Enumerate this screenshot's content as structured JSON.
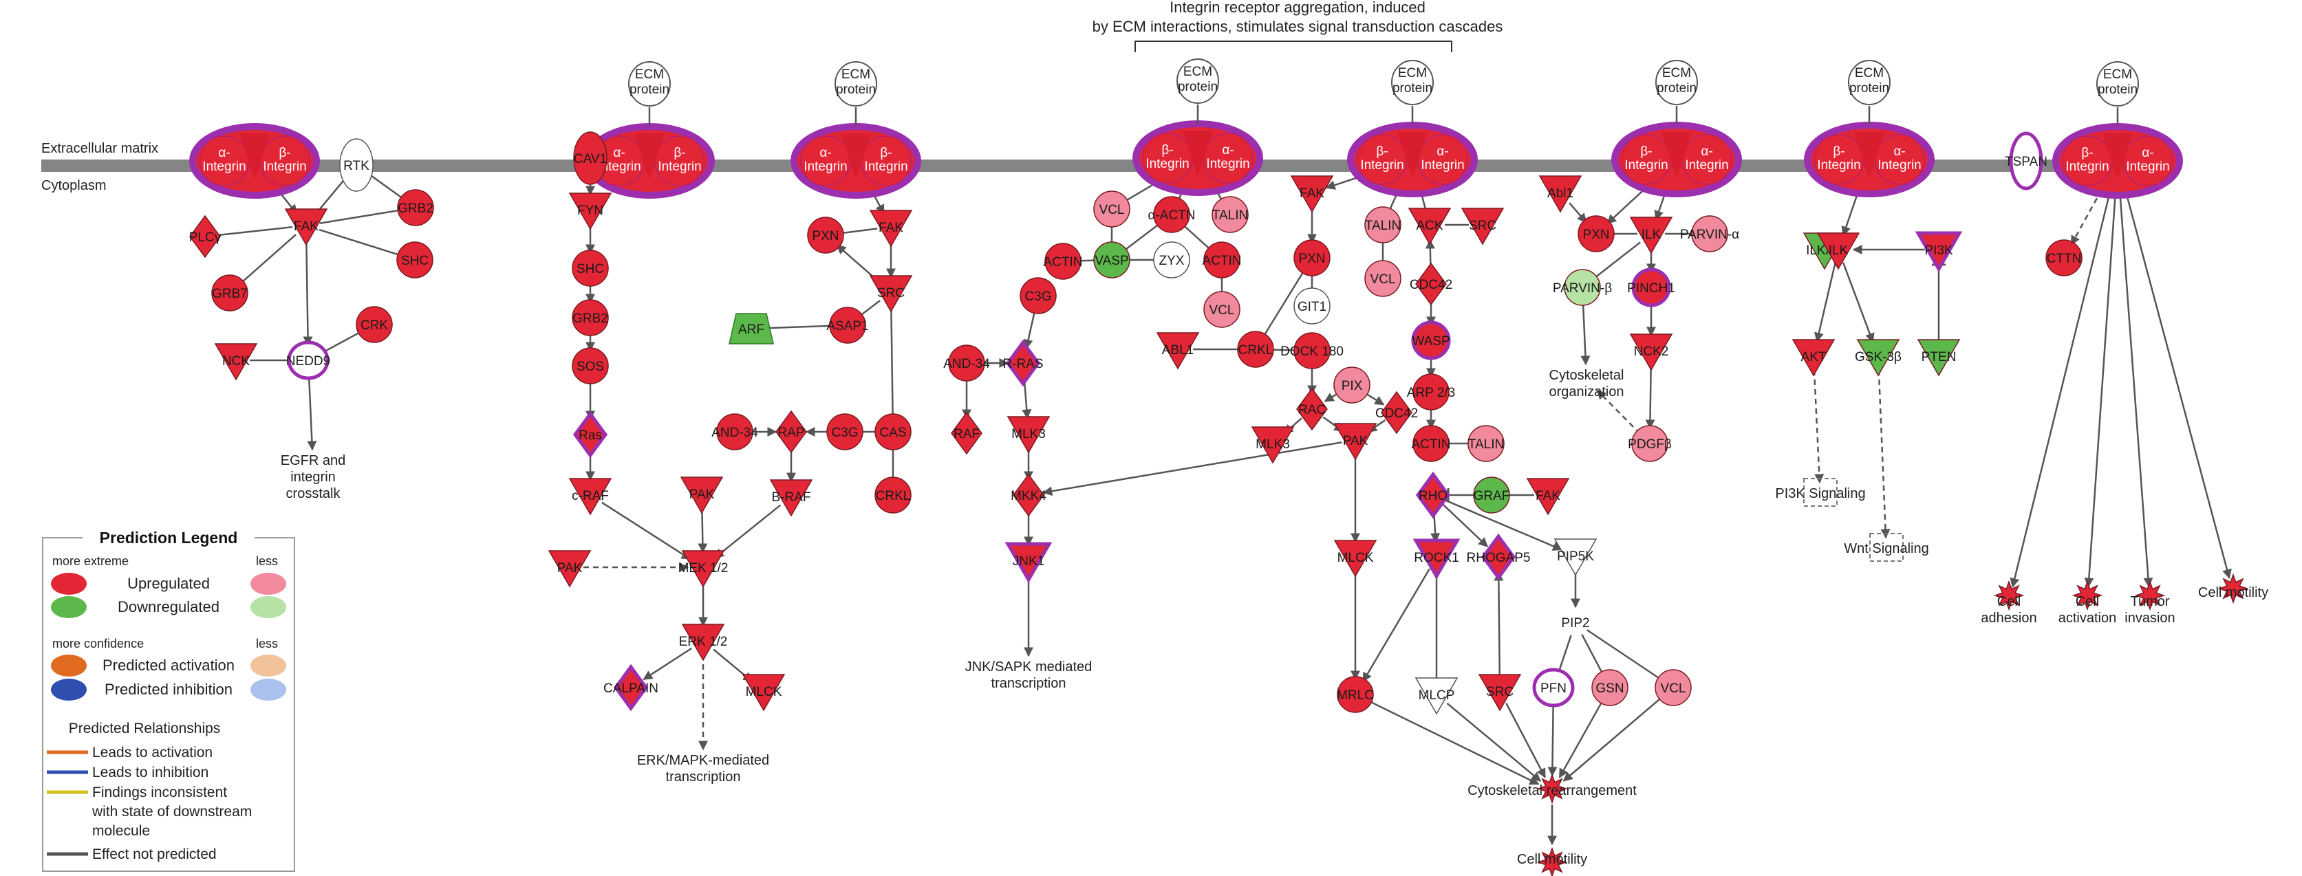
{
  "header": {
    "caption_line1": "Integrin receptor aggregation, induced",
    "caption_line2": "by ECM interactions, stimulates signal transduction cascades"
  },
  "regions": {
    "extracellular": "Extracellular matrix",
    "cytoplasm": "Cytoplasm"
  },
  "colors": {
    "up_strong": "#e32636",
    "up_light": "#f08a9c",
    "down_strong": "#5cb84a",
    "down_light": "#b6e2a4",
    "activation_strong": "#e06a1f",
    "activation_light": "#f2c29a",
    "inhibition_strong": "#2f4fb0",
    "inhibition_light": "#a9c1ec",
    "complex_ring": "#9b2fae",
    "membrane": "#858585",
    "edge": "#555555"
  },
  "complexes": [
    {
      "id": "cx1",
      "labels": [
        "α-",
        "Integrin",
        "β-",
        "Integrin"
      ],
      "ecm": ""
    },
    {
      "id": "cx2",
      "labels": [
        "α-",
        "Integrin",
        "β-",
        "Integrin"
      ],
      "ecm": "ECM protein"
    },
    {
      "id": "cx3",
      "labels": [
        "α-",
        "Integrin",
        "β-",
        "Integrin"
      ],
      "ecm": "ECM protein"
    },
    {
      "id": "cx4",
      "labels": [
        "β-",
        "Integrin",
        "α-",
        "Integrin"
      ],
      "ecm": "ECM protein"
    },
    {
      "id": "cx5",
      "labels": [
        "β-",
        "Integrin",
        "α-",
        "Integrin"
      ],
      "ecm": "ECM protein"
    },
    {
      "id": "cx6",
      "labels": [
        "β-",
        "Integrin",
        "α-",
        "Integrin"
      ],
      "ecm": "ECM protein"
    },
    {
      "id": "cx7",
      "labels": [
        "β-",
        "Integrin",
        "α-",
        "Integrin"
      ],
      "ecm": "ECM protein"
    },
    {
      "id": "cx8",
      "labels": [
        "β-",
        "Integrin",
        "α-",
        "Integrin"
      ],
      "ecm": "ECM protein"
    }
  ],
  "nodes": [
    {
      "id": "rtk",
      "label": "RTK",
      "shape": "ellipse",
      "color": "white"
    },
    {
      "id": "fak1",
      "label": "FAK",
      "shape": "tri",
      "color": "up_strong"
    },
    {
      "id": "grb2a",
      "label": "GRB2",
      "shape": "circle",
      "color": "up_strong"
    },
    {
      "id": "plcg",
      "label": "PLCγ",
      "shape": "diamond",
      "color": "up_strong"
    },
    {
      "id": "shc1",
      "label": "SHC",
      "shape": "circle",
      "color": "up_strong"
    },
    {
      "id": "grb7",
      "label": "GRB7",
      "shape": "circle",
      "color": "up_strong"
    },
    {
      "id": "crk",
      "label": "CRK",
      "shape": "circle",
      "color": "up_strong"
    },
    {
      "id": "nck1",
      "label": "NCK",
      "shape": "tri",
      "color": "up_strong"
    },
    {
      "id": "nedd9",
      "label": "NEDD9",
      "shape": "ring",
      "color": "white"
    },
    {
      "id": "cav1",
      "label": "CAV1",
      "shape": "ellipse",
      "color": "up_strong"
    },
    {
      "id": "fyn",
      "label": "FYN",
      "shape": "tri",
      "color": "up_strong"
    },
    {
      "id": "shc2",
      "label": "SHC",
      "shape": "circle",
      "color": "up_strong"
    },
    {
      "id": "grb2b",
      "label": "GRB2",
      "shape": "circle",
      "color": "up_strong"
    },
    {
      "id": "sos",
      "label": "SOS",
      "shape": "circle",
      "color": "up_strong"
    },
    {
      "id": "ras1",
      "label": "Ras",
      "shape": "diamond",
      "color": "up_strong",
      "ring": true
    },
    {
      "id": "craf",
      "label": "c-RAF",
      "shape": "tri",
      "color": "up_strong"
    },
    {
      "id": "pak1",
      "label": "PAK",
      "shape": "tri",
      "color": "up_strong"
    },
    {
      "id": "pak2",
      "label": "PAK",
      "shape": "tri",
      "color": "up_strong"
    },
    {
      "id": "mek12",
      "label": "MEK 1/2",
      "shape": "tri",
      "color": "up_strong"
    },
    {
      "id": "erk12",
      "label": "ERK 1/2",
      "shape": "tri",
      "color": "up_strong"
    },
    {
      "id": "calpain",
      "label": "CALPAIN",
      "shape": "diamond",
      "color": "up_strong",
      "ring": true
    },
    {
      "id": "mlck1",
      "label": "MLCK",
      "shape": "tri",
      "color": "up_strong"
    },
    {
      "id": "pxn1",
      "label": "PXN",
      "shape": "circle",
      "color": "up_strong"
    },
    {
      "id": "fak2",
      "label": "FAK",
      "shape": "tri",
      "color": "up_strong"
    },
    {
      "id": "src1",
      "label": "SRC",
      "shape": "tri",
      "color": "up_strong"
    },
    {
      "id": "arf",
      "label": "ARF",
      "shape": "trap",
      "color": "down_strong"
    },
    {
      "id": "asap1",
      "label": "ASAP1",
      "shape": "circle",
      "color": "up_strong"
    },
    {
      "id": "and34a",
      "label": "AND-34",
      "shape": "circle",
      "color": "up_strong"
    },
    {
      "id": "rap",
      "label": "RAP",
      "shape": "diamond",
      "color": "up_strong"
    },
    {
      "id": "c3g1",
      "label": "C3G",
      "shape": "circle",
      "color": "up_strong"
    },
    {
      "id": "cas",
      "label": "CAS",
      "shape": "circle",
      "color": "up_strong"
    },
    {
      "id": "braf",
      "label": "B-RAF",
      "shape": "tri",
      "color": "up_strong"
    },
    {
      "id": "crkl1",
      "label": "CRKL",
      "shape": "circle",
      "color": "up_strong"
    },
    {
      "id": "vcl1",
      "label": "VCL",
      "shape": "circle",
      "color": "up_light"
    },
    {
      "id": "aactn1",
      "label": "α-ACTN",
      "shape": "circle",
      "color": "up_strong"
    },
    {
      "id": "talin1",
      "label": "TALIN",
      "shape": "circle",
      "color": "up_light"
    },
    {
      "id": "actin1",
      "label": "ACTIN",
      "shape": "circle",
      "color": "up_strong"
    },
    {
      "id": "vasp1",
      "label": "VASP",
      "shape": "circle",
      "color": "down_strong"
    },
    {
      "id": "zyx",
      "label": "ZYX",
      "shape": "circle",
      "color": "white"
    },
    {
      "id": "actin2",
      "label": "ACTIN",
      "shape": "circle",
      "color": "up_strong"
    },
    {
      "id": "vcl2",
      "label": "VCL",
      "shape": "circle",
      "color": "up_light"
    },
    {
      "id": "c3g2",
      "label": "C3G",
      "shape": "circle",
      "color": "up_strong"
    },
    {
      "id": "and34b",
      "label": "AND-34",
      "shape": "circle",
      "color": "up_strong"
    },
    {
      "id": "rras",
      "label": "R-RAS",
      "shape": "diamond",
      "color": "up_strong",
      "ring": true
    },
    {
      "id": "raf2",
      "label": "RAF",
      "shape": "diamond",
      "color": "up_strong"
    },
    {
      "id": "mlk3a",
      "label": "MLK3",
      "shape": "tri",
      "color": "up_strong"
    },
    {
      "id": "mkk4",
      "label": "MKK4",
      "shape": "diamond",
      "color": "up_strong"
    },
    {
      "id": "jnk1",
      "label": "JNK1",
      "shape": "tri",
      "color": "up_strong",
      "ring": true
    },
    {
      "id": "fak3",
      "label": "FAK",
      "shape": "tri",
      "color": "up_strong"
    },
    {
      "id": "pxn2",
      "label": "PXN",
      "shape": "circle",
      "color": "up_strong"
    },
    {
      "id": "git1",
      "label": "GIT1",
      "shape": "circle",
      "color": "white"
    },
    {
      "id": "abl1",
      "label": "ABL1",
      "shape": "tri",
      "color": "up_strong"
    },
    {
      "id": "crkl2",
      "label": "CRKL",
      "shape": "circle",
      "color": "up_strong"
    },
    {
      "id": "dock180",
      "label": "DOCK 180",
      "shape": "circle",
      "color": "up_strong"
    },
    {
      "id": "pix",
      "label": "PIX",
      "shape": "circle",
      "color": "up_light"
    },
    {
      "id": "rac",
      "label": "RAC",
      "shape": "diamond",
      "color": "up_strong"
    },
    {
      "id": "cdc42a",
      "label": "CDC42",
      "shape": "diamond",
      "color": "up_strong"
    },
    {
      "id": "mlk3b",
      "label": "MLK3",
      "shape": "tri",
      "color": "up_strong"
    },
    {
      "id": "pak3",
      "label": "PAK",
      "shape": "tri",
      "color": "up_strong"
    },
    {
      "id": "talin2",
      "label": "TALIN",
      "shape": "circle",
      "color": "up_light"
    },
    {
      "id": "vcl3",
      "label": "VCL",
      "shape": "circle",
      "color": "up_light"
    },
    {
      "id": "ack",
      "label": "ACK",
      "shape": "tri",
      "color": "up_strong"
    },
    {
      "id": "src2",
      "label": "SRC",
      "shape": "tri",
      "color": "up_strong"
    },
    {
      "id": "cdc42b",
      "label": "CDC42",
      "shape": "diamond",
      "color": "up_strong"
    },
    {
      "id": "wasp",
      "label": "WASP",
      "shape": "circle",
      "color": "up_strong",
      "ring": true
    },
    {
      "id": "arp23",
      "label": "ARP 2/3",
      "shape": "circle",
      "color": "up_strong"
    },
    {
      "id": "actin3",
      "label": "ACTIN",
      "shape": "circle",
      "color": "up_strong"
    },
    {
      "id": "talin3",
      "label": "TALIN",
      "shape": "circle",
      "color": "up_light"
    },
    {
      "id": "rho",
      "label": "RHO",
      "shape": "diamond",
      "color": "up_strong",
      "ring": true
    },
    {
      "id": "graf",
      "label": "GRAF",
      "shape": "circle",
      "color": "down_strong"
    },
    {
      "id": "fak4",
      "label": "FAK",
      "shape": "tri",
      "color": "up_strong"
    },
    {
      "id": "mlck2",
      "label": "MLCK",
      "shape": "tri",
      "color": "up_strong"
    },
    {
      "id": "rock1",
      "label": "ROCK1",
      "shape": "tri",
      "color": "up_strong",
      "ring": true
    },
    {
      "id": "rhogap5",
      "label": "RHOGAP5",
      "shape": "diamond",
      "color": "up_strong",
      "ring": true
    },
    {
      "id": "pip5k",
      "label": "PIP5K",
      "shape": "tri",
      "color": "white"
    },
    {
      "id": "pip2",
      "label": "PIP2",
      "shape": "none",
      "color": "white"
    },
    {
      "id": "mrlc",
      "label": "MRLC",
      "shape": "circle",
      "color": "up_strong"
    },
    {
      "id": "mlcp",
      "label": "MLCP",
      "shape": "tri",
      "color": "white"
    },
    {
      "id": "src3",
      "label": "SRC",
      "shape": "tri",
      "color": "up_strong"
    },
    {
      "id": "pfn",
      "label": "PFN",
      "shape": "ring",
      "color": "white"
    },
    {
      "id": "gsn",
      "label": "GSN",
      "shape": "circle",
      "color": "up_light"
    },
    {
      "id": "vcl4",
      "label": "VCL",
      "shape": "circle",
      "color": "up_light"
    },
    {
      "id": "abl1b",
      "label": "Abl1",
      "shape": "tri",
      "color": "up_strong"
    },
    {
      "id": "pxn3",
      "label": "PXN",
      "shape": "circle",
      "color": "up_strong"
    },
    {
      "id": "ilk1",
      "label": "ILK",
      "shape": "tri",
      "color": "up_strong"
    },
    {
      "id": "parvina",
      "label": "PARVIN-α",
      "shape": "circle",
      "color": "up_light"
    },
    {
      "id": "parvinb",
      "label": "PARVIN-β",
      "shape": "circle",
      "color": "down_light"
    },
    {
      "id": "pinch1",
      "label": "PINCH1",
      "shape": "circle",
      "color": "up_strong",
      "ring": true
    },
    {
      "id": "nck2",
      "label": "NCK2",
      "shape": "tri",
      "color": "up_strong"
    },
    {
      "id": "pdgfb",
      "label": "PDGFβ",
      "shape": "circle",
      "color": "up_light"
    },
    {
      "id": "ilkap",
      "label": "ILKAP",
      "shape": "tri",
      "color": "down_strong"
    },
    {
      "id": "ilk2",
      "label": "ILK",
      "shape": "tri",
      "color": "up_strong"
    },
    {
      "id": "pi3k",
      "label": "PI3K",
      "shape": "tri",
      "color": "up_strong",
      "ring": true
    },
    {
      "id": "akt",
      "label": "AKT",
      "shape": "tri",
      "color": "up_strong"
    },
    {
      "id": "gsk3b",
      "label": "GSK-3β",
      "shape": "tri",
      "color": "down_strong"
    },
    {
      "id": "pten",
      "label": "PTEN",
      "shape": "tri",
      "color": "down_strong"
    },
    {
      "id": "tspan",
      "label": "TSPAN",
      "shape": "ring",
      "color": "white"
    },
    {
      "id": "cttn",
      "label": "CTTN",
      "shape": "circle",
      "color": "up_strong"
    }
  ],
  "processes": [
    {
      "id": "egfr",
      "label": [
        "EGFR and",
        "integrin",
        "crosstalk"
      ]
    },
    {
      "id": "erkmapk",
      "label": [
        "ERK/MAPK-mediated",
        "transcription"
      ]
    },
    {
      "id": "jnk",
      "label": [
        "JNK/SAPK mediated",
        "transcription"
      ]
    },
    {
      "id": "cytoorg",
      "label": [
        "Cytoskeletal",
        "organization"
      ]
    },
    {
      "id": "pi3ksig",
      "label": [
        "PI3K Signaling"
      ]
    },
    {
      "id": "wntsig",
      "label": [
        "Wnt Signaling"
      ]
    },
    {
      "id": "cytorear",
      "label": [
        "Cytoskeletal rearrangement"
      ]
    },
    {
      "id": "cellmot1",
      "label": [
        "Cell motility"
      ]
    },
    {
      "id": "celladh",
      "label": [
        "Cell",
        "adhesion"
      ]
    },
    {
      "id": "cellact",
      "label": [
        "Cell",
        "activation"
      ]
    },
    {
      "id": "tumorinv",
      "label": [
        "Tumor",
        "invasion"
      ]
    },
    {
      "id": "cellmot2",
      "label": [
        "Cell motility"
      ]
    }
  ],
  "legend": {
    "title": "Prediction Legend",
    "more_extreme": "more extreme",
    "less": "less",
    "upregulated": "Upregulated",
    "downregulated": "Downregulated",
    "more_confidence": "more confidence",
    "less2": "less",
    "predicted_activation": "Predicted activation",
    "predicted_inhibition": "Predicted inhibition",
    "relationships_title": "Predicted Relationships",
    "rel_activation": "Leads to activation",
    "rel_inhibition": "Leads to inhibition",
    "rel_inconsistent_1": "Findings inconsistent",
    "rel_inconsistent_2": "with state of downstream",
    "rel_inconsistent_3": "molecule",
    "rel_effect": "Effect not predicted"
  }
}
